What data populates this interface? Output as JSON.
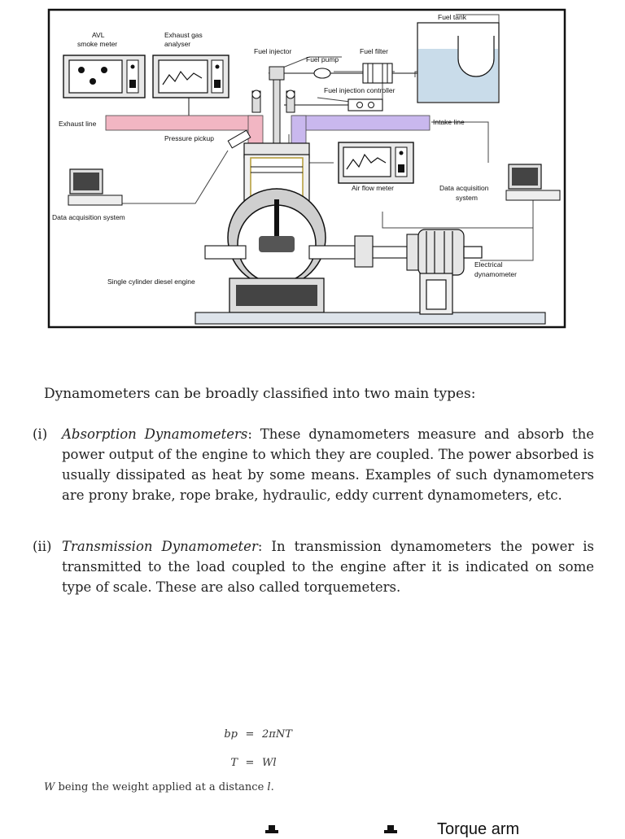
{
  "figure": {
    "labels": {
      "fuel_tank": "Fuel tank",
      "avl_smoke_meter_1": "AVL",
      "avl_smoke_meter_2": "smoke meter",
      "exhaust_gas_analyser_1": "Exhaust gas",
      "exhaust_gas_analyser_2": "analyser",
      "fuel_injector": "Fuel injector",
      "fuel_pump": "Fuel pump",
      "fuel_filter": "Fuel filter",
      "fuel_injection_controller": "Fuel injection controller",
      "exhaust_line": "Exhaust line",
      "intake_line": "Intake line",
      "pressure_pickup": "Pressure pickup",
      "air_flow_meter": "Air flow meter",
      "data_acquisition_system_right_1": "Data acquisition",
      "data_acquisition_system_right_2": "system",
      "data_acquisition_system_left": "Data acquisition system",
      "electrical_dynamometer_1": "Electrical",
      "electrical_dynamometer_2": "dynamometer",
      "engine": "Single cylinder diesel engine"
    }
  },
  "text": {
    "intro": "Dynamometers can be broadly classified into two main types:",
    "item1_num": "(i)",
    "item1_term": "Absorption Dynamometers",
    "item1_body": ": These dynamometers measure and absorb the power output of the engine to which they are coupled. The power absorbed is usually dissipated as heat by some means. Examples of such dynamometers are prony brake, rope brake, hydraulic, eddy current dynamometers, etc.",
    "item2_num": "(ii)",
    "item2_term": "Transmission Dynamometer",
    "item2_body": ": In transmission dynamometers the power is transmitted to the load coupled to the engine after it is indicated on some type of scale. These are also called torquemeters."
  },
  "equations": {
    "eq1_lhs": "bp",
    "eq1_op": "=",
    "eq1_rhs": "2πNT",
    "eq2_lhs": "T",
    "eq2_op": "=",
    "eq2_rhs": "Wl",
    "where_var_W": "W",
    "where_text": " being the weight applied at a distance ",
    "where_var_l": "l",
    "where_end": "."
  },
  "footer": {
    "torque_arm": "Torque arm"
  }
}
